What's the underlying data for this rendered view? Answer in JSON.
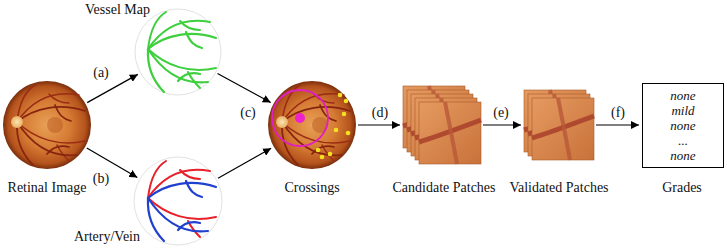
{
  "diagram": {
    "nodes": [
      {
        "text": [
          "Retinal Image"
        ]
      },
      {
        "text": [
          "Vessel Map"
        ]
      },
      {
        "text": [
          "Artery/Vein"
        ]
      },
      {
        "text": [
          "Crossings"
        ]
      },
      {
        "text": [
          "Candidate Patches"
        ]
      },
      {
        "text": [
          "Validated Patches"
        ]
      },
      {
        "text": [
          "none",
          "mild",
          "none",
          "...",
          "none",
          "Grades"
        ]
      }
    ],
    "edges": [
      {
        "from": 0,
        "to": 1,
        "label": "(a)",
        "arrow": "to"
      },
      {
        "from": 0,
        "to": 2,
        "label": "(b)",
        "arrow": "to"
      },
      {
        "from": 1,
        "to": 3,
        "label": "(c)",
        "arrow": "to"
      },
      {
        "from": 2,
        "to": 3,
        "arrow": "to"
      },
      {
        "from": 3,
        "to": 4,
        "label": "(d)",
        "arrow": "to"
      },
      {
        "from": 4,
        "to": 5,
        "label": "(e)",
        "arrow": "to"
      },
      {
        "from": 5,
        "to": 6,
        "label": "(f)",
        "arrow": "to"
      }
    ]
  }
}
